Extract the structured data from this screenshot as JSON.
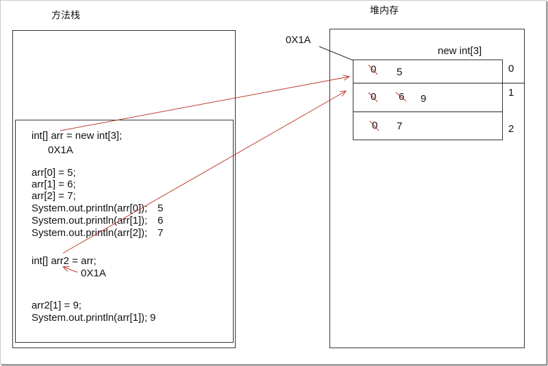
{
  "stack": {
    "title": "方法栈",
    "lines": [
      "int[] arr = new int[3];",
      "0X1A",
      "arr[0] = 5;",
      "arr[1] = 6;",
      "arr[2] = 7;",
      "System.out.println(arr[0]);",
      "System.out.println(arr[1]);",
      "System.out.println(arr[2]);",
      "int[] arr2 = arr;",
      "0X1A",
      "arr2[1] = 9;",
      "System.out.println(arr[1]);"
    ],
    "outputs": [
      "5",
      "6",
      "7",
      "9"
    ]
  },
  "heap": {
    "title": "堆内存",
    "address": "0X1A",
    "array_label": "new int[3]",
    "cells": [
      {
        "index": "0",
        "old_values": [
          "0"
        ],
        "value": "5"
      },
      {
        "index": "1",
        "old_values": [
          "0",
          "6"
        ],
        "value": "9"
      },
      {
        "index": "2",
        "old_values": [
          "0"
        ],
        "value": "7"
      }
    ]
  },
  "colors": {
    "arrow": "#c0392b",
    "strike": "#c0392b"
  }
}
